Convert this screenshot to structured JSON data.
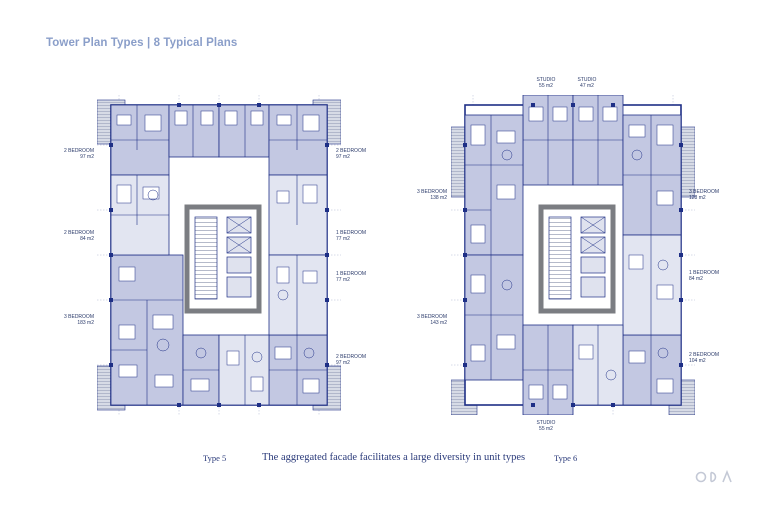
{
  "header": {
    "title": "Tower Plan Types | 8 Typical Plans"
  },
  "plans": [
    {
      "caption": "Type 5",
      "units": [
        {
          "name": "2 BEDROOM",
          "area": "97 m2"
        },
        {
          "name": "2 BEDROOM",
          "area": "97 m2"
        },
        {
          "name": "2 BEDROOM",
          "area": "84 m2"
        },
        {
          "name": "1 BEDROOM",
          "area": "77 m2"
        },
        {
          "name": "1 BEDROOM",
          "area": "77 m2"
        },
        {
          "name": "3 BEDROOM",
          "area": "183 m2"
        },
        {
          "name": "2 BEDROOM",
          "area": "97 m2"
        }
      ]
    },
    {
      "caption": "Type 6",
      "units": [
        {
          "name": "STUDIO",
          "area": "55 m2"
        },
        {
          "name": "STUDIO",
          "area": "47 m2"
        },
        {
          "name": "3 BEDROOM",
          "area": "138 m2"
        },
        {
          "name": "3 BEDROOM",
          "area": "128 m2"
        },
        {
          "name": "1 BEDROOM",
          "area": "84 m2"
        },
        {
          "name": "3 BEDROOM",
          "area": "143 m2"
        },
        {
          "name": "2 BEDROOM",
          "area": "104 m2"
        },
        {
          "name": "STUDIO",
          "area": "55 m2"
        }
      ]
    }
  ],
  "footer": {
    "description": "The aggregated facade facilitates a large diversity in unit types"
  },
  "colors": {
    "title": "#8a9ec9",
    "plan_line": "#1e2f86",
    "unit_fill": "#c3c8e2",
    "text": "#2a3a6a"
  }
}
